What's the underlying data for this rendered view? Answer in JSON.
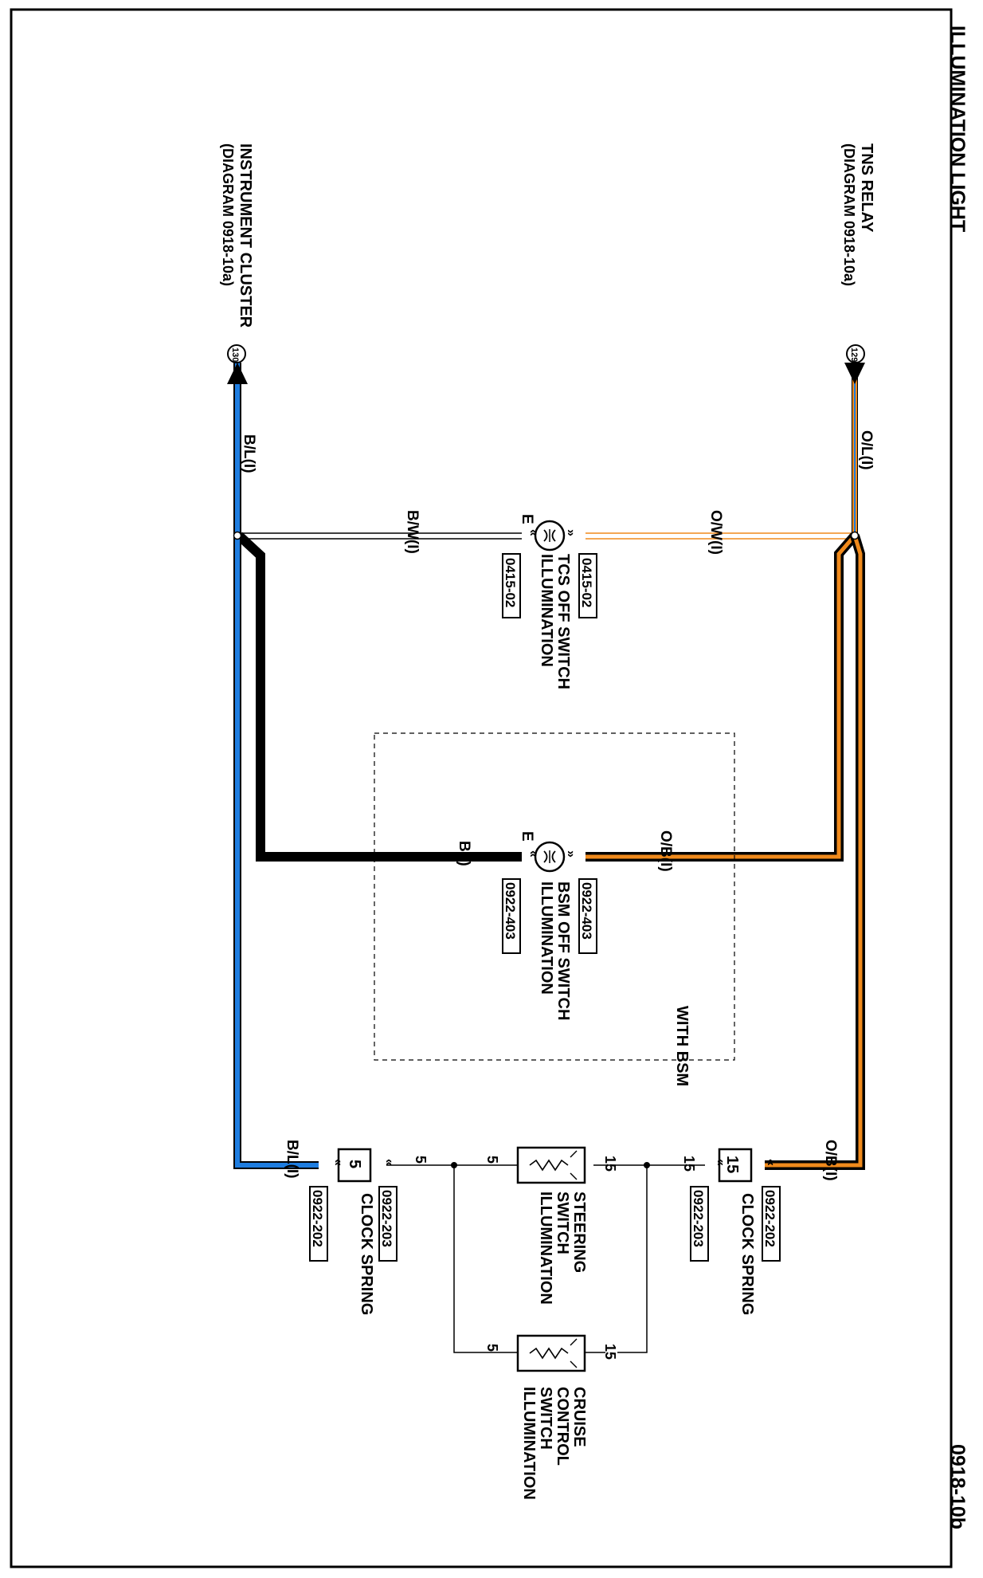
{
  "page": {
    "title": "ILLUMINATION LIGHT",
    "page_number": "0918-10b"
  },
  "sources": {
    "tns_relay": {
      "name": "TNS RELAY",
      "ref": "(DIAGRAM 0918-10a)",
      "tag": "129"
    },
    "instrument_cluster": {
      "name": "INSTRUMENT CLUSTER",
      "ref": "(DIAGRAM  0918-10a)",
      "tag": "130"
    }
  },
  "wires": {
    "ol": "O/L(I)",
    "ow": "O/W(I)",
    "ob_top": "O/B(I)",
    "ob_clock": "O/B(I)",
    "bw": "B/W(I)",
    "b": "B(I)",
    "bl_top": "B/L(I)",
    "bl_clock": "B/L(I)"
  },
  "components": {
    "tcs": {
      "line1": "TCS OFF SWITCH",
      "line2": "ILLUMINATION",
      "conn_top": "0415-02",
      "conn_bottom": "0415-02",
      "ground": "E"
    },
    "bsm": {
      "line1": "BSM OFF SWITCH",
      "line2": "ILLUMINATION",
      "conn_top": "0922-403",
      "conn_bottom": "0922-403",
      "ground": "E"
    },
    "with_bsm": "WITH BSM",
    "clock_spring_upper": {
      "label": "CLOCK SPRING",
      "pin": "15",
      "conn_a": "0922-202",
      "conn_b": "0922-203"
    },
    "clock_spring_lower": {
      "label": "CLOCK SPRING",
      "pin": "5",
      "conn_a": "0922-203",
      "conn_b": "0922-202"
    },
    "steering": {
      "line1": "STEERING",
      "line2": "SWITCH",
      "line3": "ILLUMINATION",
      "pin_in": "15",
      "pin_out": "5"
    },
    "cruise": {
      "line1": "CRUISE",
      "line2": "CONTROL",
      "line3": "SWITCH",
      "line4": "ILLUMINATION",
      "pin_in": "15",
      "pin_out": "5"
    },
    "pins": {
      "p15_upper": "15",
      "p5_lower": "5"
    }
  },
  "colors": {
    "orange": "#f08a1c",
    "blue": "#1e7de0",
    "black": "#000000"
  }
}
